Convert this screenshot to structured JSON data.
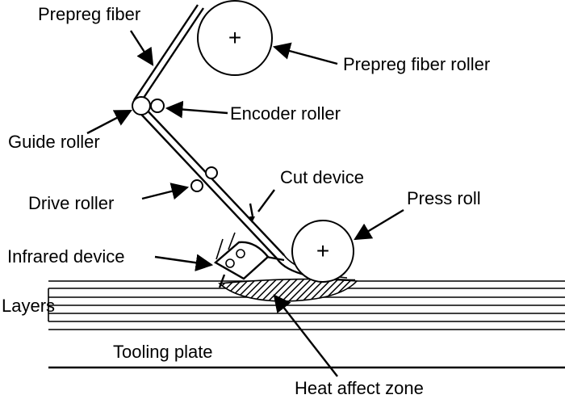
{
  "labels": {
    "prepreg_fiber": "Prepreg fiber",
    "prepreg_fiber_roller": "Prepreg fiber roller",
    "encoder_roller": "Encoder roller",
    "guide_roller": "Guide roller",
    "drive_roller": "Drive roller",
    "cut_device": "Cut device",
    "press_roll": "Press roll",
    "infrared_device": "Infrared device",
    "layers": "Layers",
    "tooling_plate": "Tooling plate",
    "heat_affect_zone": "Heat affect zone"
  },
  "symbols": {
    "plus": "+"
  }
}
